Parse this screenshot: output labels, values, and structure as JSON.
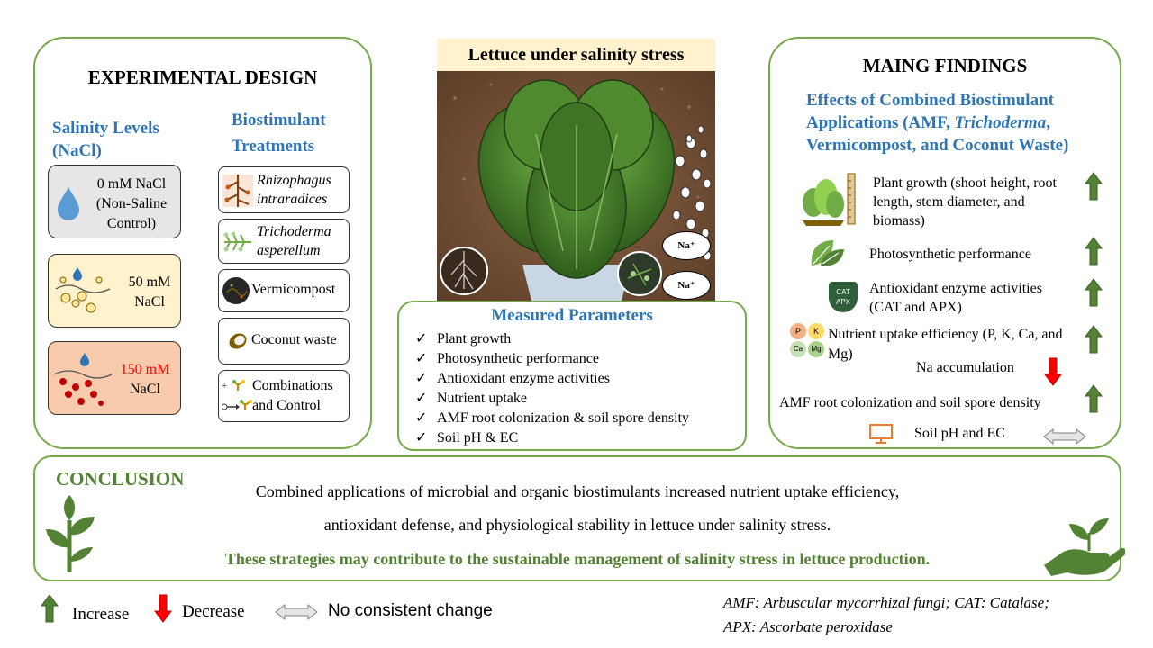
{
  "experimental_design": {
    "title": "EXPERIMENTAL DESIGN",
    "salinity_title": "Salinity Levels (NaCl)",
    "levels": [
      {
        "label": "0 mM NaCl (Non-Saline Control)",
        "color": "#e7e6e6"
      },
      {
        "label": "50 mM NaCl",
        "color": "#fff2cc"
      },
      {
        "label_value": "150 mM",
        "label_unit": "NaCl",
        "value_color": "#ff0000",
        "color": "#f8cbad"
      }
    ],
    "biostimulant_title": "Biostimulant Treatments",
    "treatments": [
      {
        "line1": "Rhizophagus",
        "line2": "intraradices"
      },
      {
        "line1": "Trichoderma",
        "line2": "asperellum"
      },
      {
        "line1": "Vermicompost"
      },
      {
        "line1": "Coconut waste"
      },
      {
        "line1": "Combinations",
        "line2": "and Control"
      }
    ]
  },
  "photo": {
    "title": "Lettuce under salinity stress",
    "ion_label": "Na⁺"
  },
  "measured": {
    "title": "Measured Parameters",
    "items": [
      "Plant growth",
      "Photosynthetic performance",
      "Antioxidant enzyme activities",
      "Nutrient uptake",
      "AMF root colonization & soil spore density",
      "Soil pH & EC"
    ]
  },
  "findings": {
    "title": "MAING FINDINGS",
    "subtitle_1": "Effects of Combined Biostimulant",
    "subtitle_2a": "Applications (AMF, ",
    "subtitle_2b": "Trichoderma",
    "subtitle_2c": ",",
    "subtitle_3": "Vermicompost, and Coconut Waste)",
    "rows": [
      {
        "text": "Plant growth (shoot height, root length, stem diameter, and biomass)",
        "effect": "increase"
      },
      {
        "text": "Photosynthetic performance",
        "effect": "increase"
      },
      {
        "text": "Antioxidant enzyme activities (CAT and APX)",
        "effect": "increase"
      },
      {
        "text": "Nutrient uptake efficiency (P, K, Ca, and Mg)",
        "effect": "increase"
      },
      {
        "text": "Na accumulation",
        "effect": "decrease"
      },
      {
        "text": "AMF root colonization and soil spore density",
        "effect": "increase"
      },
      {
        "text": "Soil pH and EC",
        "effect": "no change"
      }
    ],
    "badge_cat": "CAT",
    "badge_apx": "APX",
    "nutrients": [
      "P",
      "K",
      "Ca",
      "Mg"
    ]
  },
  "conclusion": {
    "title": "CONCLUSION",
    "line1": "Combined applications of microbial and organic biostimulants increased nutrient uptake efficiency,",
    "line2": "antioxidant defense, and physiological stability in lettuce under salinity stress.",
    "line3": "These strategies may contribute to the sustainable management of salinity stress in lettuce production."
  },
  "legend": {
    "increase": "Increase",
    "decrease": "Decrease",
    "no_change": "No consistent change"
  },
  "abbreviations": {
    "line1": "AMF: Arbuscular mycorrhizal fungi; CAT: Catalase;",
    "line2": "APX: Ascorbate peroxidase"
  },
  "colors": {
    "panel_border": "#77a94a",
    "heading_blue": "#2e75b6",
    "heading_green": "#548235",
    "arrow_up": "#548235",
    "arrow_down": "#ff0000"
  }
}
